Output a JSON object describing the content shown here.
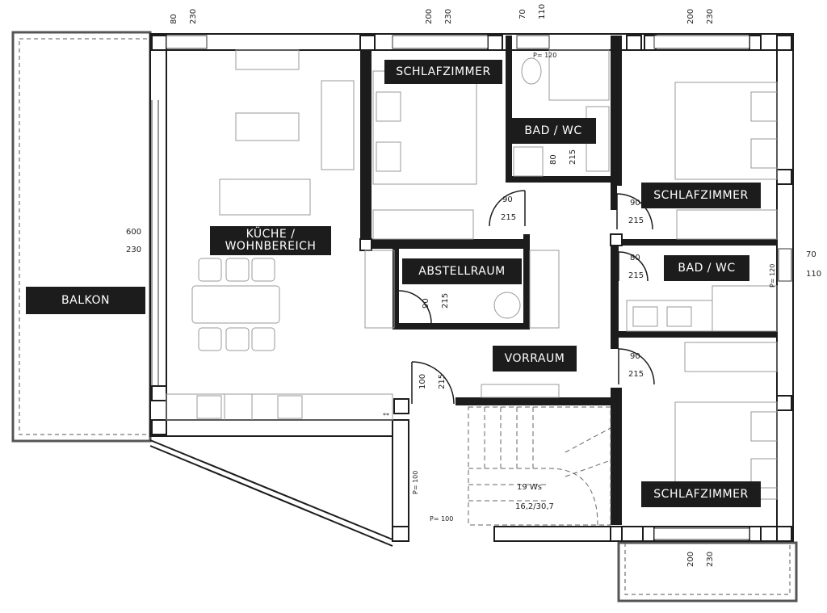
{
  "rooms": {
    "balkon": "BALKON",
    "kueche_line1": "KÜCHE /",
    "kueche_line2": "WOHNBEREICH",
    "schlaf_top": "SCHLAFZIMMER",
    "bad_top": "BAD / WC",
    "schlaf_right": "SCHLAFZIMMER",
    "bad_right": "BAD / WC",
    "abstellraum": "ABSTELLRAUM",
    "vorraum": "VORRAUM",
    "schlaf_bottom": "SCHLAFZIMMER"
  },
  "window_dims": {
    "kitchen_top": [
      "80",
      "230"
    ],
    "schlaf_top": [
      "200",
      "230"
    ],
    "bad_top": [
      "70",
      "110"
    ],
    "schlaf_right_top": [
      "200",
      "230"
    ],
    "balkon_side": [
      "600",
      "230"
    ],
    "bad_right": [
      "70",
      "110"
    ],
    "schlaf_bottom": [
      "200",
      "230"
    ]
  },
  "door_dims": {
    "schlaf_top": [
      "90",
      "215"
    ],
    "bad_top": [
      "80",
      "215"
    ],
    "schlaf_right": [
      "90",
      "215"
    ],
    "bad_right": [
      "80",
      "215"
    ],
    "abstell": [
      "90",
      "215"
    ],
    "schlaf_bottom": [
      "90",
      "215"
    ],
    "entrance": [
      "100",
      "215"
    ]
  },
  "small_labels": {
    "parapet_top": "P= 120",
    "parapet_right": "P= 120",
    "stair_p1": "P= 100",
    "stair_p2": "P= 100",
    "stair_count": "19 Ws",
    "stair_size": "16,2/30,7",
    "kitchen_mark": "**"
  },
  "colors": {
    "wall": "#1c1c1c",
    "label_bg": "#1c1c1c",
    "label_text": "#ffffff",
    "line": "#444444"
  }
}
